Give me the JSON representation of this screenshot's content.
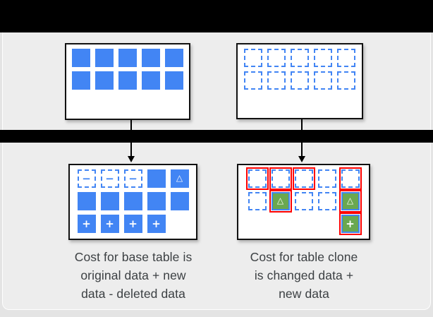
{
  "colors": {
    "blue": "#4285F4",
    "green": "#6AA84F",
    "red": "#FF0000",
    "band": "#000000",
    "panel_bg": "#EDEDED",
    "box_bg": "#FFFFFF",
    "text": "#3C4043"
  },
  "glyphs": {
    "minus": "−",
    "plus": "+",
    "delta": "△"
  },
  "grids": {
    "top_left": {
      "cells": [
        {
          "t": "solid"
        },
        {
          "t": "solid"
        },
        {
          "t": "solid"
        },
        {
          "t": "solid"
        },
        {
          "t": "solid"
        },
        {
          "t": "solid"
        },
        {
          "t": "solid"
        },
        {
          "t": "solid"
        },
        {
          "t": "solid"
        },
        {
          "t": "solid"
        }
      ]
    },
    "top_right": {
      "cells": [
        {
          "t": "dashed"
        },
        {
          "t": "dashed"
        },
        {
          "t": "dashed"
        },
        {
          "t": "dashed"
        },
        {
          "t": "dashed"
        },
        {
          "t": "dashed"
        },
        {
          "t": "dashed"
        },
        {
          "t": "dashed"
        },
        {
          "t": "dashed"
        },
        {
          "t": "dashed"
        }
      ]
    },
    "bottom_left": {
      "cells": [
        {
          "t": "dashed",
          "g": "minus"
        },
        {
          "t": "dashed",
          "g": "minus"
        },
        {
          "t": "dashed",
          "g": "minus"
        },
        {
          "t": "solid"
        },
        {
          "t": "solid",
          "g": "delta"
        },
        {
          "t": "solid"
        },
        {
          "t": "solid"
        },
        {
          "t": "solid"
        },
        {
          "t": "solid"
        },
        {
          "t": "solid"
        },
        {
          "t": "solid",
          "g": "plus"
        },
        {
          "t": "solid",
          "g": "plus"
        },
        {
          "t": "solid",
          "g": "plus"
        },
        {
          "t": "solid",
          "g": "plus"
        },
        {
          "t": "empty"
        }
      ]
    },
    "bottom_right": {
      "cells": [
        {
          "t": "dashed",
          "r": true
        },
        {
          "t": "dashed",
          "r": true
        },
        {
          "t": "dashed",
          "r": true
        },
        {
          "t": "dashed"
        },
        {
          "t": "dashed",
          "r": true
        },
        {
          "t": "dashed"
        },
        {
          "t": "green",
          "g": "delta",
          "r": true
        },
        {
          "t": "dashed"
        },
        {
          "t": "dashed"
        },
        {
          "t": "green",
          "g": "delta",
          "r": true
        },
        {
          "t": "empty"
        },
        {
          "t": "empty"
        },
        {
          "t": "empty"
        },
        {
          "t": "empty"
        },
        {
          "t": "green",
          "g": "plus",
          "r": true
        }
      ]
    }
  },
  "captions": {
    "left": {
      "lines": [
        "Cost for base table is",
        "original data + new",
        "data - deleted data"
      ]
    },
    "right": {
      "lines": [
        "Cost for table clone",
        "is changed data +",
        "new data"
      ]
    }
  }
}
